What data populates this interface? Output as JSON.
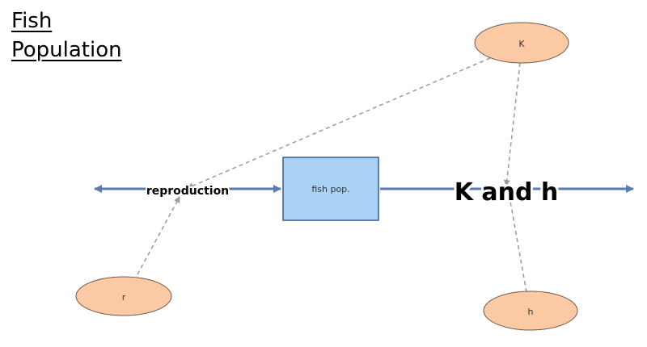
{
  "title_line1": "Fish",
  "title_line2": "Population",
  "stock": {
    "label": "fish pop."
  },
  "flows": {
    "inflow_label": "reproduction",
    "outflow_label": "K and h"
  },
  "variables": {
    "k": "K",
    "r": "r",
    "h": "h"
  },
  "colors": {
    "stock_fill": "#a9d2f5",
    "stock_border": "#3c5a8a",
    "flow": "#5b7bb3",
    "variable_fill": "#fbc9a3",
    "variable_border": "#6b5a4a",
    "link": "#9a9a9a"
  }
}
